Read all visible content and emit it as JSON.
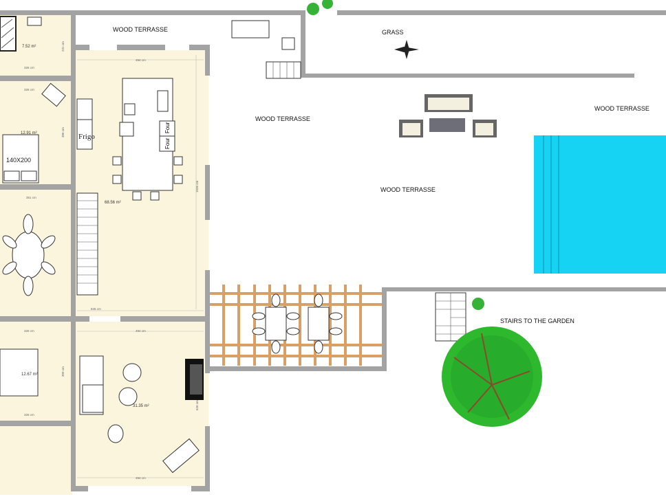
{
  "labels": {
    "terrasse_top": "WOOD TERRASSE",
    "terrasse_mid": "WOOD TERRASSE",
    "terrasse_right": "WOOD TERRASSE",
    "terrasse_center": "WOOD TERRASSE",
    "grass": "GRASS",
    "stairs_garden": "STAIRS TO THE GARDEN"
  },
  "rooms": {
    "bath_area": "7.52 m²",
    "bedroom1_area": "12.91 m²",
    "living_area": "68.56 m²",
    "bedroom2_area": "12.67 m²",
    "lounge_area": "31.35 m²"
  },
  "furniture": {
    "bed": "140X200",
    "fridge": "Frigo",
    "oven1": "Four",
    "oven2": "Four"
  },
  "dimensions": {
    "d1": "326 cm",
    "d2": "494 cm",
    "d3": "326 cm",
    "d4": "351 cm",
    "d5": "845 cm",
    "d6": "326 cm",
    "d7": "494 cm",
    "d8": "326 cm",
    "d9": "494 cm",
    "d10": "1036 cm",
    "d11": "386 cm",
    "d12": "309 cm",
    "d13": "626 cm",
    "d14": "231 cm"
  },
  "colors": {
    "wall": "#a3a3a3",
    "floor": "#fbf5dd",
    "pool": "#17d3f3",
    "wood": "#d9a066",
    "tree": "#2eb82e"
  }
}
